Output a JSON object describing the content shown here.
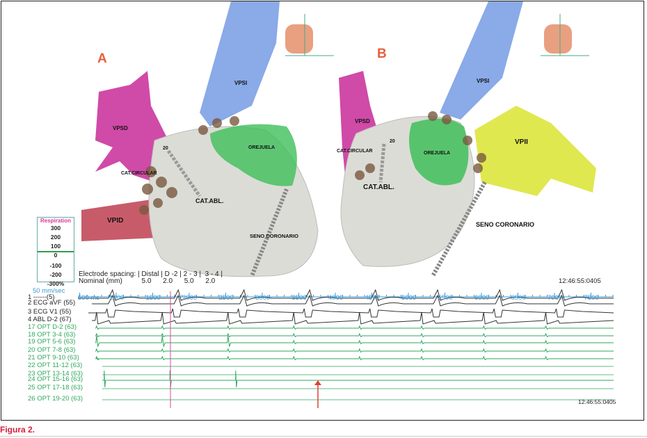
{
  "panels": {
    "a": "A",
    "b": "B"
  },
  "labels_a": {
    "vpsi": "VPSI",
    "vpsd": "VPSD",
    "orejuela": "OREJUELA",
    "cat_circular": "CAT.CIRCULAR",
    "cat_abl": "CAT.ABL.",
    "vpid": "VPID",
    "seno": "SENO CORONARIO",
    "electrode_num": "20"
  },
  "labels_b": {
    "vpsi": "VPSI",
    "vpsd": "VPSD",
    "orejuela": "OREJUELA",
    "cat_circular": "CAT.CIRCULAR",
    "cat_abl": "CAT.ABL.",
    "vpii": "VPII",
    "seno": "SENO CORONARIO",
    "electrode_num": "20"
  },
  "respiration": {
    "title": "Respiration",
    "scale": [
      "300",
      "200",
      "100",
      "0",
      "-100",
      "-200",
      "-300%"
    ]
  },
  "electrode_spacing": {
    "row1": "Electrode spacing: | Distal | D -2 | 2 - 3 |  3 - 4 |",
    "row2": "Nominal (mm)          5.0      2.0      5.0      2.0"
  },
  "timestamp_top": "12:46:55:0405",
  "timestamp_bottom": "12:46:55:0405",
  "sweep_speed": "50 mm/sec",
  "time_axis": {
    "unit_label": "500 ms",
    "ticks": [
      "1000",
      "1500",
      "2000",
      "2500",
      "3000",
      "3500",
      "4000",
      "4500",
      "5000",
      "5500",
      "6000",
      "6500",
      "7000",
      "7500"
    ]
  },
  "channels": [
    {
      "label": "1 ------(5)",
      "color": "black",
      "kind": "ecg"
    },
    {
      "label": "2  ECG aVF (55)",
      "color": "black",
      "kind": "ecg"
    },
    {
      "label": "3  ECG V1 (55)",
      "color": "black",
      "kind": "ecg2"
    },
    {
      "label": "4  ABL D-2 (67)",
      "color": "black",
      "kind": "abl"
    },
    {
      "label": "17  OPT D-2 (63)",
      "color": "green",
      "kind": "opt"
    },
    {
      "label": "18  OPT 3-4 (63)",
      "color": "green",
      "kind": "opt"
    },
    {
      "label": "19  OPT 5-6 (63)",
      "color": "green",
      "kind": "optbig"
    },
    {
      "label": "20  OPT 7-8 (63)",
      "color": "green",
      "kind": "opt"
    },
    {
      "label": "21  OPT 9-10 (63)",
      "color": "green",
      "kind": "opt"
    },
    {
      "label": "22  OPT 11-12 (63)",
      "color": "green",
      "kind": "flat"
    },
    {
      "label": "23  OPT 13-14 (63)",
      "color": "green",
      "kind": "flat"
    },
    {
      "label": "24  OPT 15-16 (63)",
      "color": "green",
      "kind": "spike"
    },
    {
      "label": "25  OPT 17-18 (63)",
      "color": "green",
      "kind": "flat"
    },
    {
      "label": "26  OPT 19-20 (63)",
      "color": "green",
      "kind": "flat"
    }
  ],
  "beat_times_ms": [
    950,
    1850,
    2750,
    3650,
    4550,
    5400,
    6250,
    7100
  ],
  "colors": {
    "ecg": "#333333",
    "opt": "#2ea85a",
    "axis": "#3a9ad8",
    "marker_pink": "#d84a9c",
    "arrow": "#e04030",
    "caption": "#d3203a"
  },
  "caption": "Figura 2."
}
